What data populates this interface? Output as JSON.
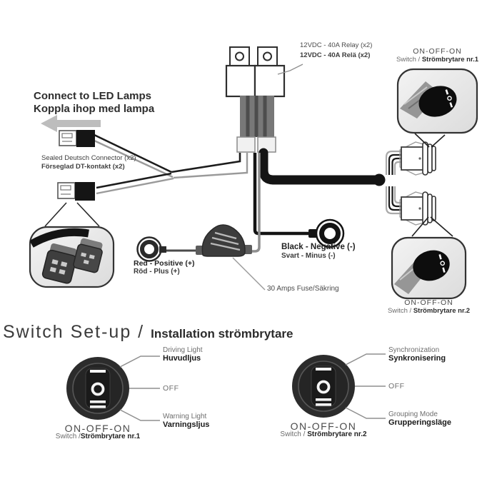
{
  "colors": {
    "wire_black": "#161616",
    "wire_gray": "#9a9a9a",
    "text_dark": "#2e2e2e",
    "text_gray": "#6e6e6e",
    "photo_bg": "#ededed",
    "switch_bezel": "#2c2c2c",
    "arrow_gray": "#bdbdbd"
  },
  "diagram": {
    "relay": {
      "en": "12VDC - 40A Relay (x2)",
      "sv": "12VDC - 40A Relä (x2)"
    },
    "connect": {
      "en": "Connect to LED Lamps",
      "sv": "Koppla ihop med lampa"
    },
    "deutsch": {
      "en": "Sealed Deutsch Connector (x2)",
      "sv": "Förseglad DT-kontakt (x2)"
    },
    "red_terminal": {
      "en": "Red - Positive (+)",
      "sv": "Röd - Plus (+)"
    },
    "black_terminal": {
      "en": "Black - Negative (-)",
      "sv": "Svart - Minus (-)"
    },
    "fuse": "30 Amps Fuse/Säkring",
    "switch1": {
      "title": "ON-OFF-ON",
      "sub_prefix": "Switch / ",
      "sub_bold": "Strömbrytare nr.1"
    },
    "switch2": {
      "title": "ON-OFF-ON",
      "sub_prefix": "Switch / ",
      "sub_bold": "Strömbrytare nr.2"
    }
  },
  "setup": {
    "heading": {
      "en": "Switch Set-up /",
      "sv": "Installation strömbrytare"
    },
    "switch1": {
      "up": {
        "en": "Driving Light",
        "sv": "Huvudljus"
      },
      "mid": "OFF",
      "down": {
        "en": "Warning Light",
        "sv": "Varningsljus"
      },
      "caption": "ON-OFF-ON",
      "sub_prefix": "Switch /",
      "sub_bold": "Strömbrytare nr.1"
    },
    "switch2": {
      "up": {
        "en": "Synchronization",
        "sv": "Synkronisering"
      },
      "mid": "OFF",
      "down": {
        "en": "Grouping Mode",
        "sv": "Grupperingsläge"
      },
      "caption": "ON-OFF-ON",
      "sub_prefix": "Switch / ",
      "sub_bold": "Strömbrytare nr.2"
    }
  }
}
